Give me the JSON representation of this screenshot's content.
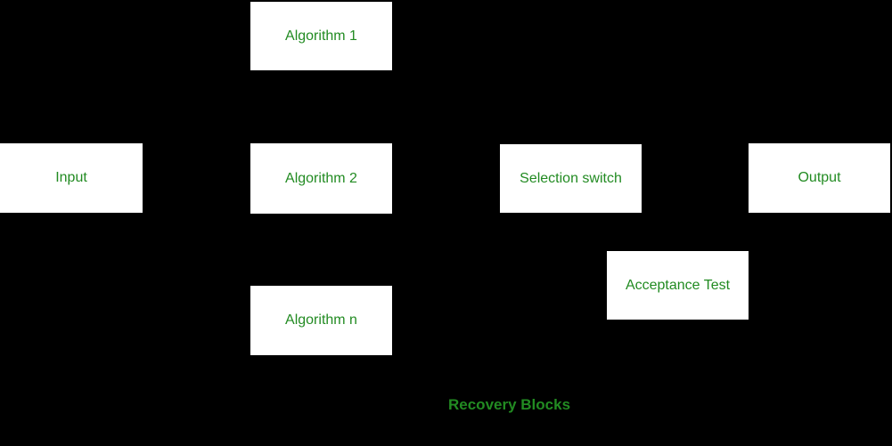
{
  "colors": {
    "background": "#000000",
    "box_fill": "#ffffff",
    "text_green": "#228b22"
  },
  "diagram": {
    "title": "Recovery Blocks",
    "nodes": {
      "algorithm1": {
        "label": "Algorithm 1"
      },
      "input": {
        "label": "Input"
      },
      "algorithm2": {
        "label": "Algorithm 2"
      },
      "selection_switch": {
        "label": "Selection switch"
      },
      "output": {
        "label": "Output"
      },
      "acceptance_test": {
        "label": "Acceptance Test"
      },
      "algorithm_n": {
        "label": "Algorithm n"
      }
    }
  }
}
